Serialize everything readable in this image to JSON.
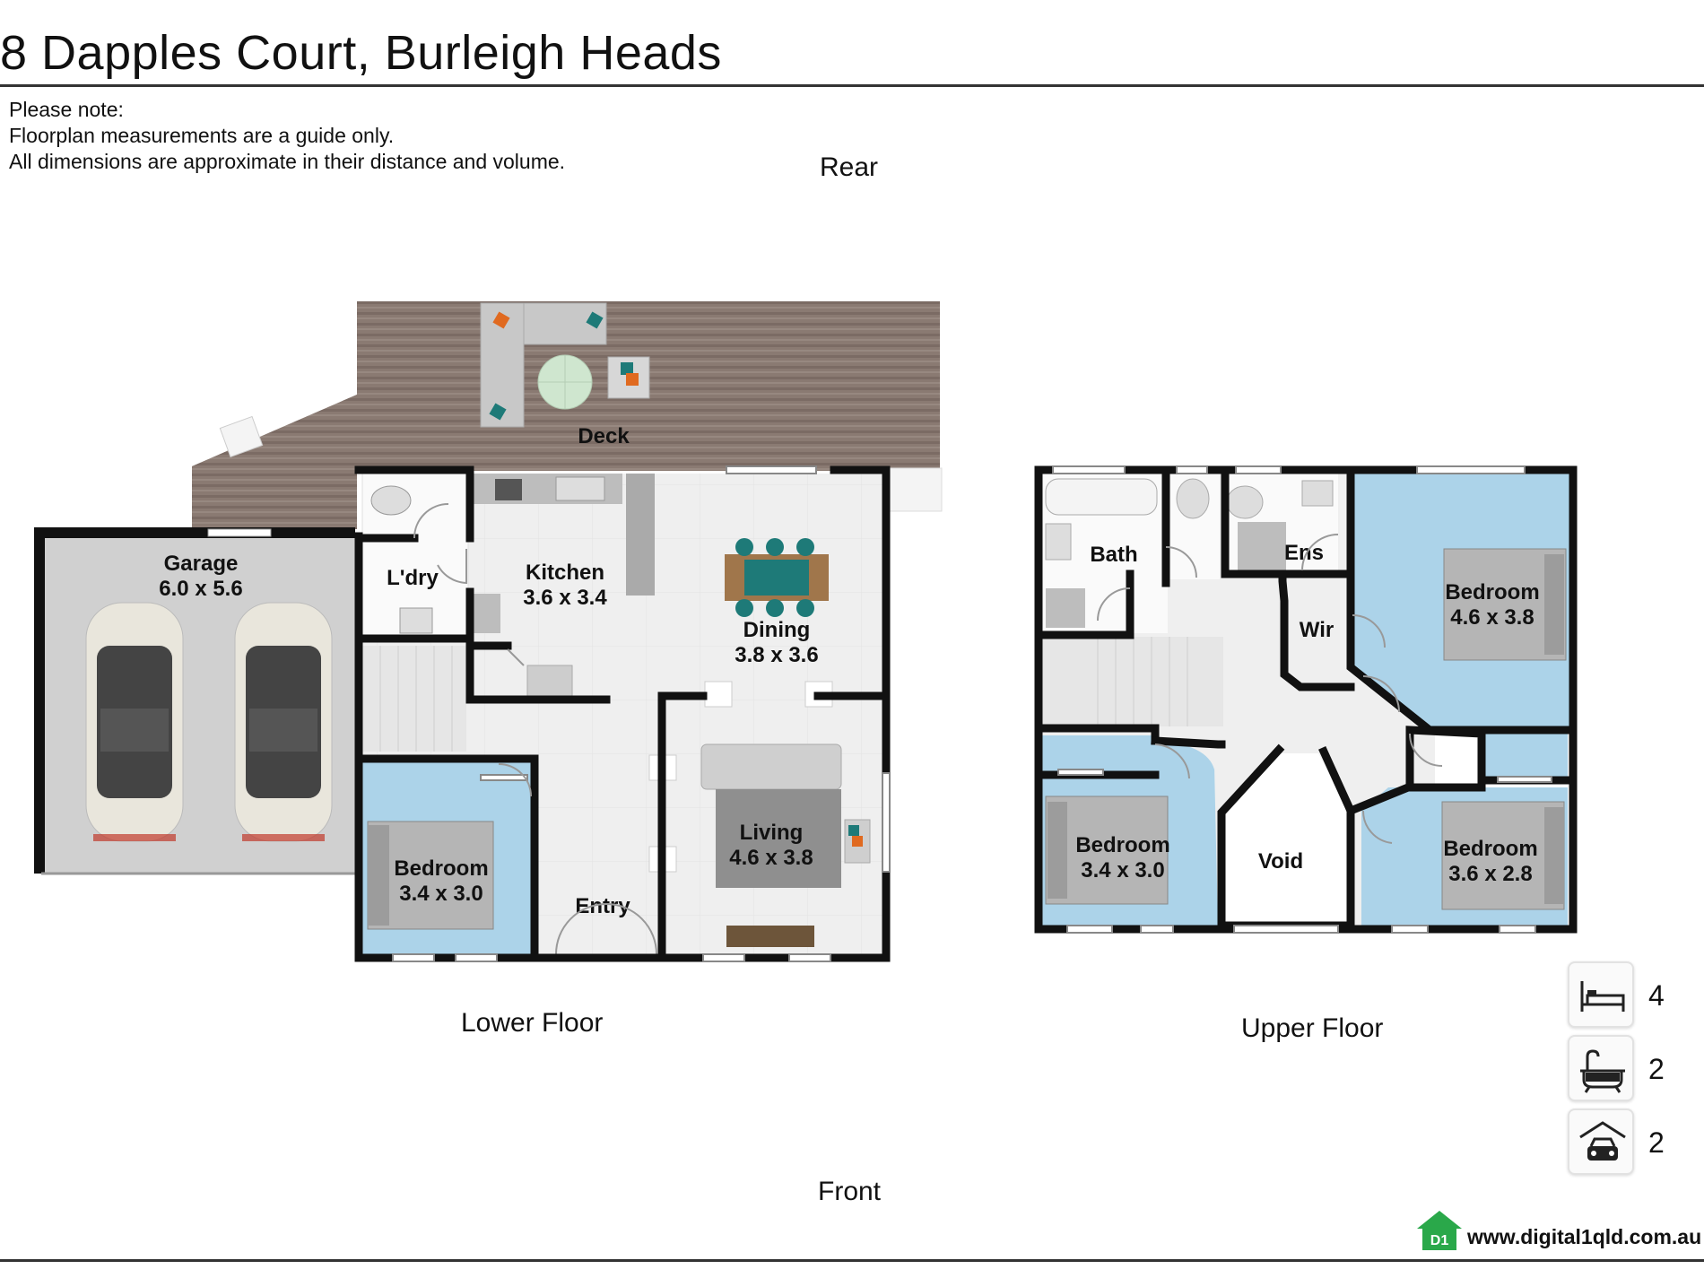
{
  "header": {
    "title": "8 Dapples Court, Burleigh Heads"
  },
  "note": {
    "line1": "Please note:",
    "line2": "Floorplan measurements are a guide only.",
    "line3": "All dimensions are approximate in their distance and volume."
  },
  "orientation": {
    "rear": "Rear",
    "front": "Front"
  },
  "lower_floor": {
    "caption": "Lower Floor",
    "rooms": {
      "deck": "Deck",
      "garage_name": "Garage",
      "garage_size": "6.0 x 5.6",
      "laundry": "L'dry",
      "kitchen_name": "Kitchen",
      "kitchen_size": "3.6 x 3.4",
      "dining_name": "Dining",
      "dining_size": "3.8 x 3.6",
      "living_name": "Living",
      "living_size": "4.6 x 3.8",
      "bedroom_name": "Bedroom",
      "bedroom_size": "3.4 x 3.0",
      "entry": "Entry"
    }
  },
  "upper_floor": {
    "caption": "Upper Floor",
    "rooms": {
      "bath": "Bath",
      "ens": "Ens",
      "wir": "Wir",
      "void": "Void",
      "bedroom1_name": "Bedroom",
      "bedroom1_size": "4.6 x 3.8",
      "bedroom2_name": "Bedroom",
      "bedroom2_size": "3.4 x 3.0",
      "bedroom3_name": "Bedroom",
      "bedroom3_size": "3.6 x 2.8"
    }
  },
  "stats": {
    "bedrooms": "4",
    "bathrooms": "2",
    "car_spaces": "2",
    "icons": [
      "bed-icon",
      "bath-icon",
      "garage-car-icon"
    ]
  },
  "brand": {
    "logo_text": "D1",
    "url": "www.digital1qld.com.au",
    "logo_color": "#2aa84a"
  },
  "colors": {
    "bedroom_blue": "#acd3e9",
    "wall": "#111111",
    "deck": "#8a7a72",
    "garage_floor": "#d0d0d0",
    "tile": "#eeeeee"
  }
}
